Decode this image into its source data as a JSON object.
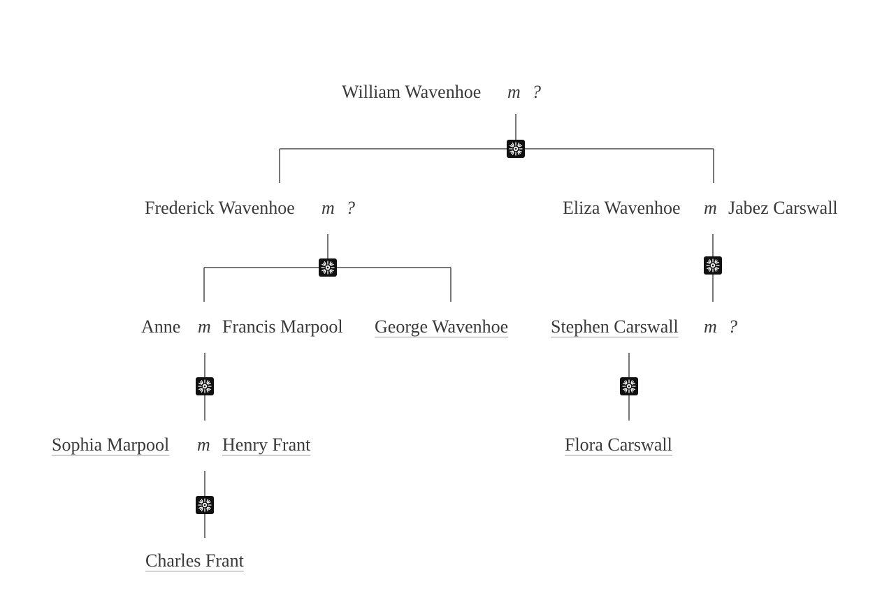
{
  "tree": {
    "gen1": {
      "william": "William Wavenhoe",
      "m": "m",
      "spouse": "?"
    },
    "gen2": {
      "frederick": "Frederick Wavenhoe",
      "frederick_m": "m",
      "frederick_spouse": "?",
      "eliza": "Eliza Wavenhoe",
      "eliza_m": "m",
      "eliza_spouse": "Jabez Carswall"
    },
    "gen3": {
      "anne": "Anne",
      "anne_m": "m",
      "anne_spouse": "Francis Marpool",
      "george": "George Wavenhoe",
      "stephen": "Stephen Carswall",
      "stephen_m": "m",
      "stephen_spouse": "?"
    },
    "gen4": {
      "sophia": "Sophia Marpool",
      "sophia_m": "m",
      "sophia_spouse": "Henry Frant",
      "flora": "Flora Carswall"
    },
    "gen5": {
      "charles": "Charles Frant"
    }
  },
  "colors": {
    "text": "#3a3a3a",
    "line": "#4a4a4a",
    "node": "#111111"
  },
  "icons": {
    "descendant_node": "sunburst-node-icon"
  }
}
